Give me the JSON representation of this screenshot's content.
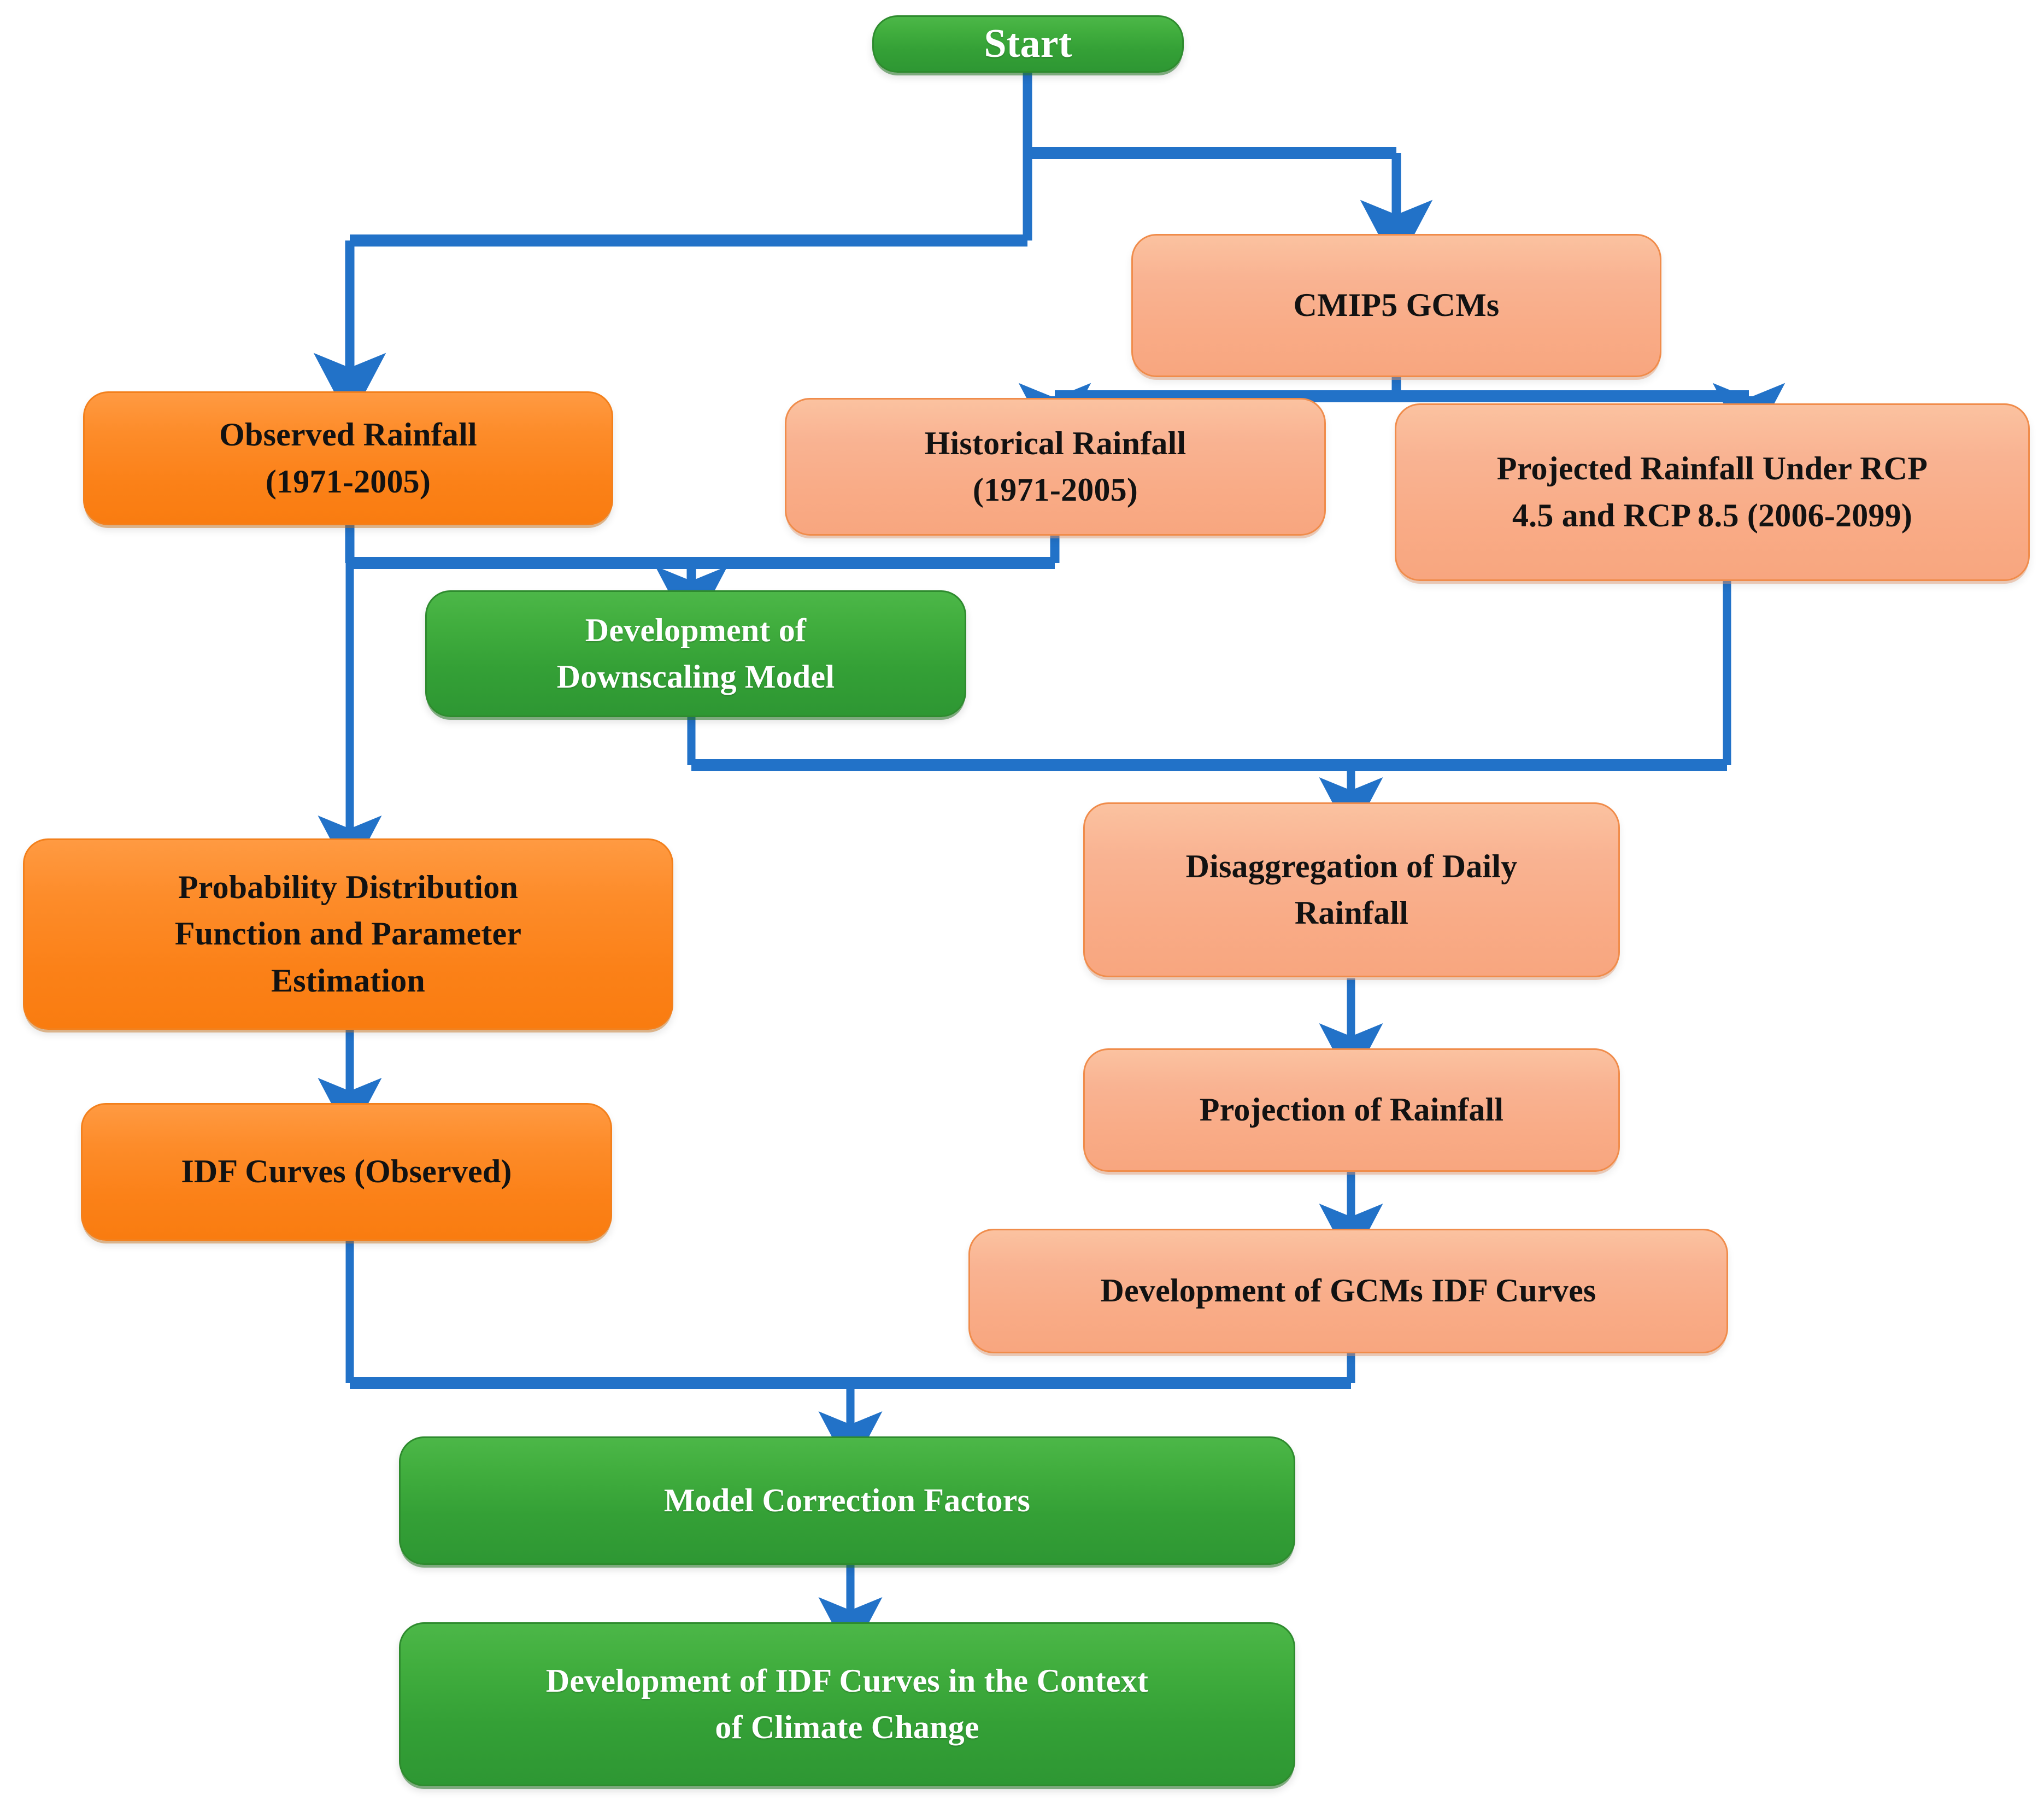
{
  "diagram": {
    "title": "Methodology flowchart for development of IDF curves under climate change",
    "type": "flowchart",
    "background_color": "#FFFFFF",
    "connector_color": "#2272C8",
    "palette": {
      "green_fill": "#3CAA3C",
      "green_border": "#2E8B2E",
      "green_text": "#FFFFFF",
      "orange_fill": "#FB8118",
      "orange_border": "#F3801C",
      "orange_text": "#121212",
      "salmon_fill": "#F9AB86",
      "salmon_border": "#F08C4B",
      "salmon_text": "#121212"
    }
  },
  "nodes": [
    {
      "id": "start",
      "label": "Start",
      "style": "green"
    },
    {
      "id": "cmip5",
      "label": "CMIP5 GCMs",
      "style": "salmon"
    },
    {
      "id": "observed",
      "label": "Observed Rainfall\n(1971-2005)",
      "style": "orange"
    },
    {
      "id": "historical",
      "label": "Historical Rainfall\n(1971-2005)",
      "style": "salmon"
    },
    {
      "id": "projected",
      "label": "Projected Rainfall Under RCP\n4.5 and RCP 8.5 (2006-2099)",
      "style": "salmon"
    },
    {
      "id": "downscaling",
      "label": "Development of\nDownscaling Model",
      "style": "green"
    },
    {
      "id": "pdf",
      "label": "Probability Distribution\nFunction and Parameter\nEstimation",
      "style": "orange"
    },
    {
      "id": "disaggregation",
      "label": "Disaggregation of Daily\nRainfall",
      "style": "salmon"
    },
    {
      "id": "idf_observed",
      "label": "IDF Curves  (Observed)",
      "style": "orange"
    },
    {
      "id": "projection",
      "label": "Projection of Rainfall",
      "style": "salmon"
    },
    {
      "id": "gcm_idf",
      "label": "Development of GCMs IDF Curves",
      "style": "salmon"
    },
    {
      "id": "mcf",
      "label": "Model Correction  Factors",
      "style": "green"
    },
    {
      "id": "final",
      "label": "Development of IDF Curves in the Context\nof Climate Change",
      "style": "green"
    }
  ],
  "edges": [
    {
      "from": "start",
      "to": "observed"
    },
    {
      "from": "start",
      "to": "cmip5"
    },
    {
      "from": "cmip5",
      "to": "historical"
    },
    {
      "from": "cmip5",
      "to": "projected"
    },
    {
      "from": "observed",
      "to": "downscaling"
    },
    {
      "from": "historical",
      "to": "downscaling"
    },
    {
      "from": "observed",
      "to": "pdf"
    },
    {
      "from": "downscaling",
      "to": "disaggregation"
    },
    {
      "from": "projected",
      "to": "disaggregation"
    },
    {
      "from": "pdf",
      "to": "idf_observed"
    },
    {
      "from": "disaggregation",
      "to": "projection"
    },
    {
      "from": "projection",
      "to": "gcm_idf"
    },
    {
      "from": "idf_observed",
      "to": "mcf"
    },
    {
      "from": "gcm_idf",
      "to": "mcf"
    },
    {
      "from": "mcf",
      "to": "final"
    }
  ]
}
